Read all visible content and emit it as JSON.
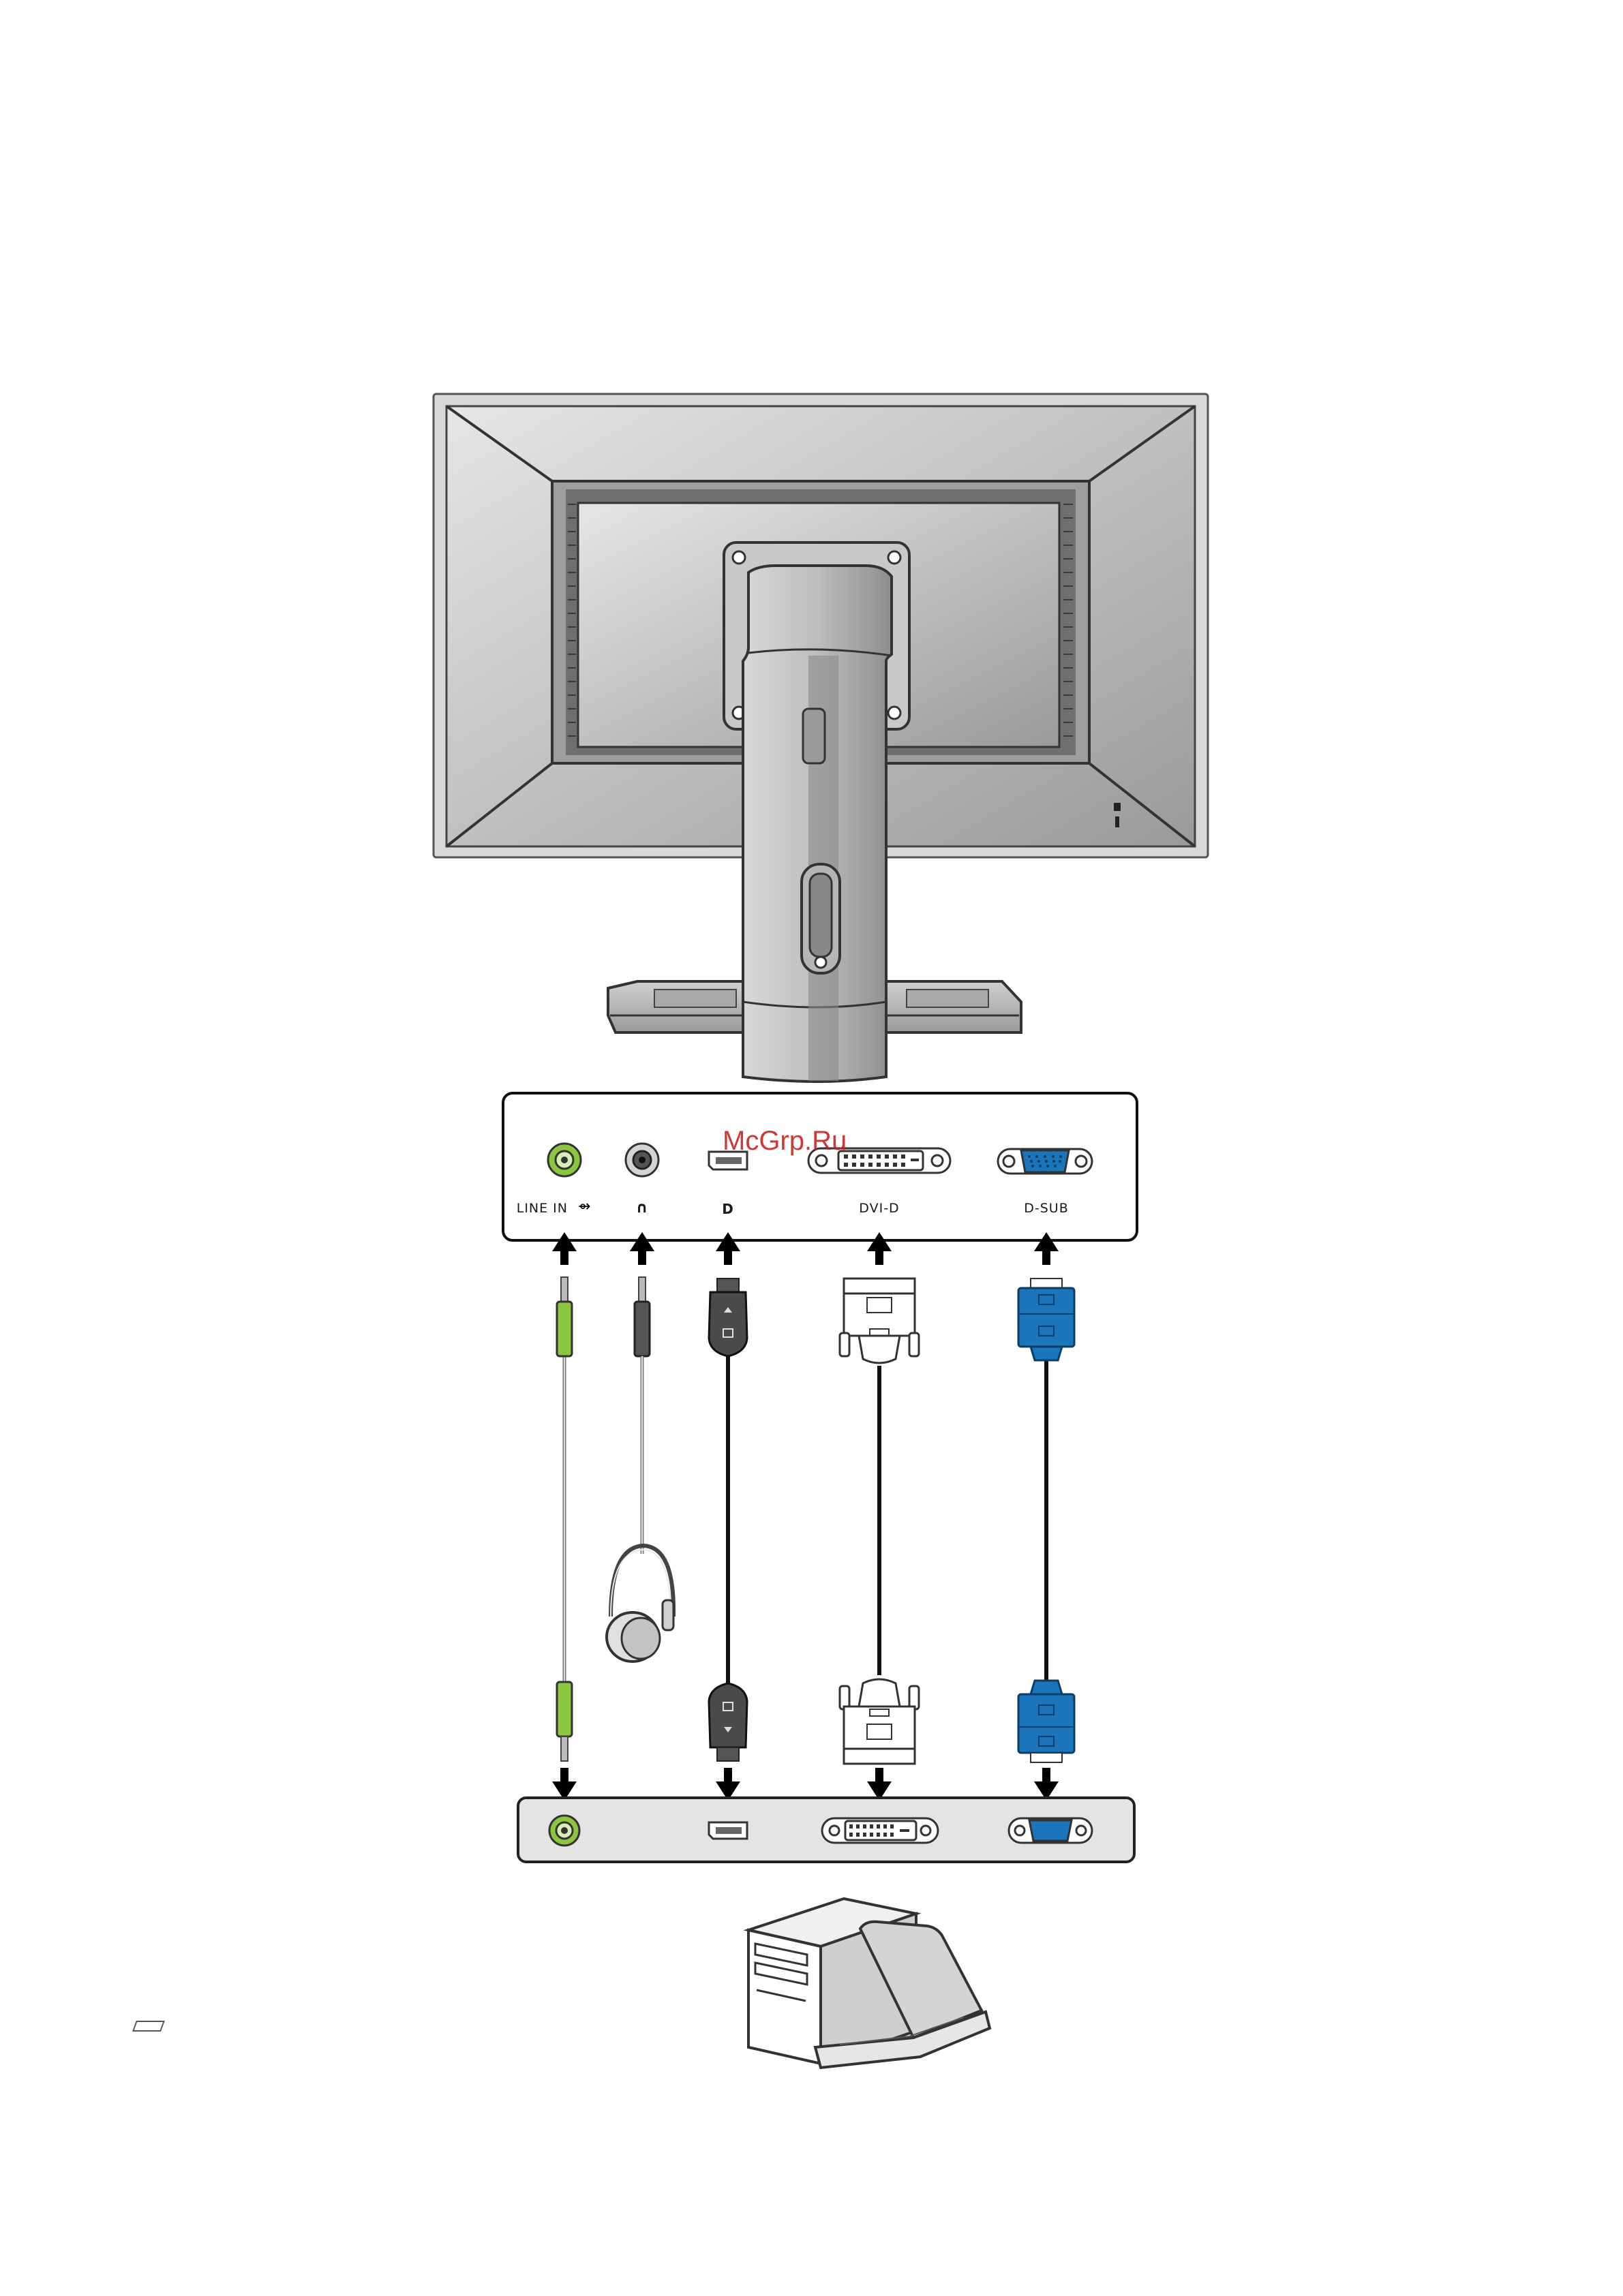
{
  "ports": {
    "line_in": "LINE IN",
    "headphone_symbol": "∩",
    "displayport_symbol": "D",
    "dvi": "DVI-D",
    "dsub": "D-SUB"
  },
  "watermark": "McGrp.Ru",
  "colors": {
    "line_in_green": "#8cc63f",
    "dsub_blue": "#1a75bb",
    "monitor_gray": "#b8b8b8",
    "dp_dark": "#4a4a4a"
  }
}
